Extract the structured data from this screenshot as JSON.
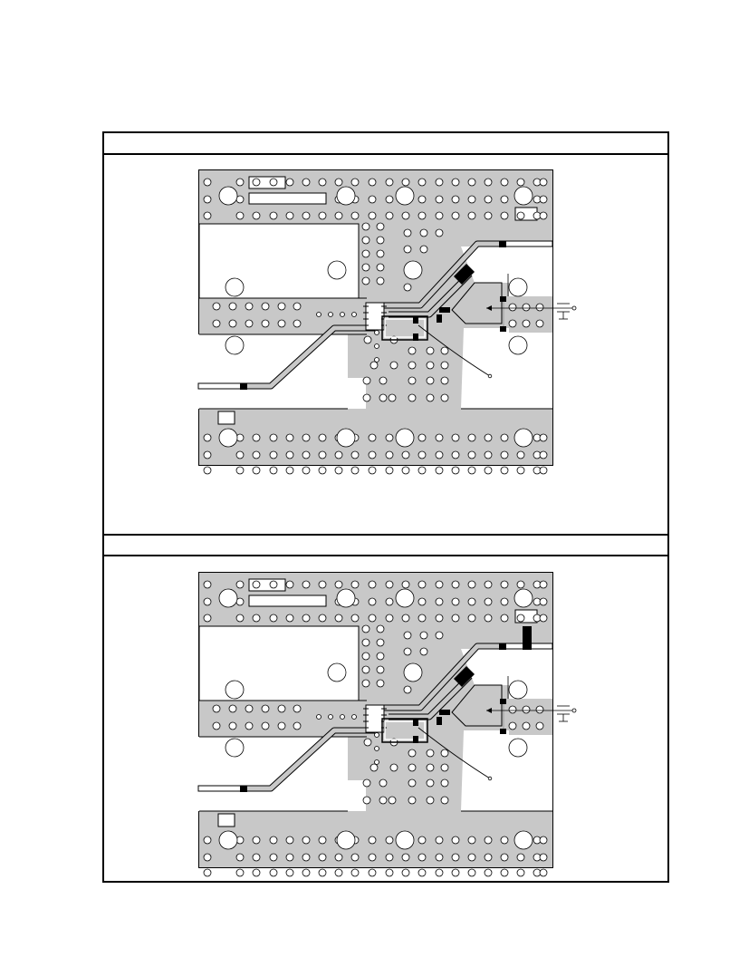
{
  "document": {
    "colors": {
      "copper": "#c8c8c8",
      "outline": "#000000",
      "background": "#ffffff",
      "component": "#000000"
    },
    "figures": [
      {
        "id": "layout-top",
        "variant": "resistor-at-bias-input"
      },
      {
        "id": "layout-bottom",
        "variant": "capacitor-at-bias-input"
      }
    ]
  }
}
